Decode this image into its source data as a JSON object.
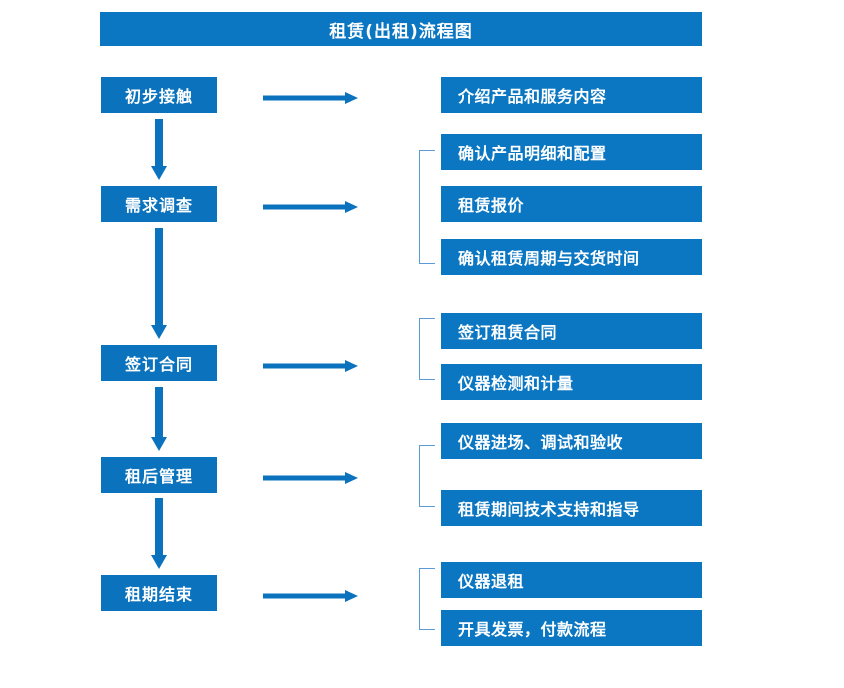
{
  "title": "租赁(出租)流程图",
  "colors": {
    "box_blue": "#0B77C2",
    "stage_blue": "#0B72BD",
    "arrow_blue": "#0B72BD",
    "bracket_blue": "#5B9BD5",
    "text_white": "#FFFFFF",
    "background": "#FFFFFF"
  },
  "stages": [
    {
      "label": "初步接触"
    },
    {
      "label": "需求调查"
    },
    {
      "label": "签订合同"
    },
    {
      "label": "租后管理"
    },
    {
      "label": "租期结束"
    }
  ],
  "groups": [
    {
      "stage": "初步接触",
      "has_bracket": false,
      "details": [
        {
          "label": "介绍产品和服务内容"
        }
      ]
    },
    {
      "stage": "需求调查",
      "has_bracket": true,
      "details": [
        {
          "label": "确认产品明细和配置"
        },
        {
          "label": "租赁报价"
        },
        {
          "label": "确认租赁周期与交货时间"
        }
      ]
    },
    {
      "stage": "签订合同",
      "has_bracket": true,
      "details": [
        {
          "label": "签订租赁合同"
        },
        {
          "label": "仪器检测和计量"
        }
      ]
    },
    {
      "stage": "租后管理",
      "has_bracket": true,
      "details": [
        {
          "label": "仪器进场、调试和验收"
        },
        {
          "label": "租赁期间技术支持和指导"
        }
      ]
    },
    {
      "stage": "租期结束",
      "has_bracket": true,
      "details": [
        {
          "label": "仪器退租"
        },
        {
          "label": "开具发票，付款流程"
        }
      ]
    }
  ],
  "flow_arrows": {
    "horizontal_count": 5,
    "vertical_count": 4,
    "direction_horizontal": "right",
    "direction_vertical": "down"
  }
}
